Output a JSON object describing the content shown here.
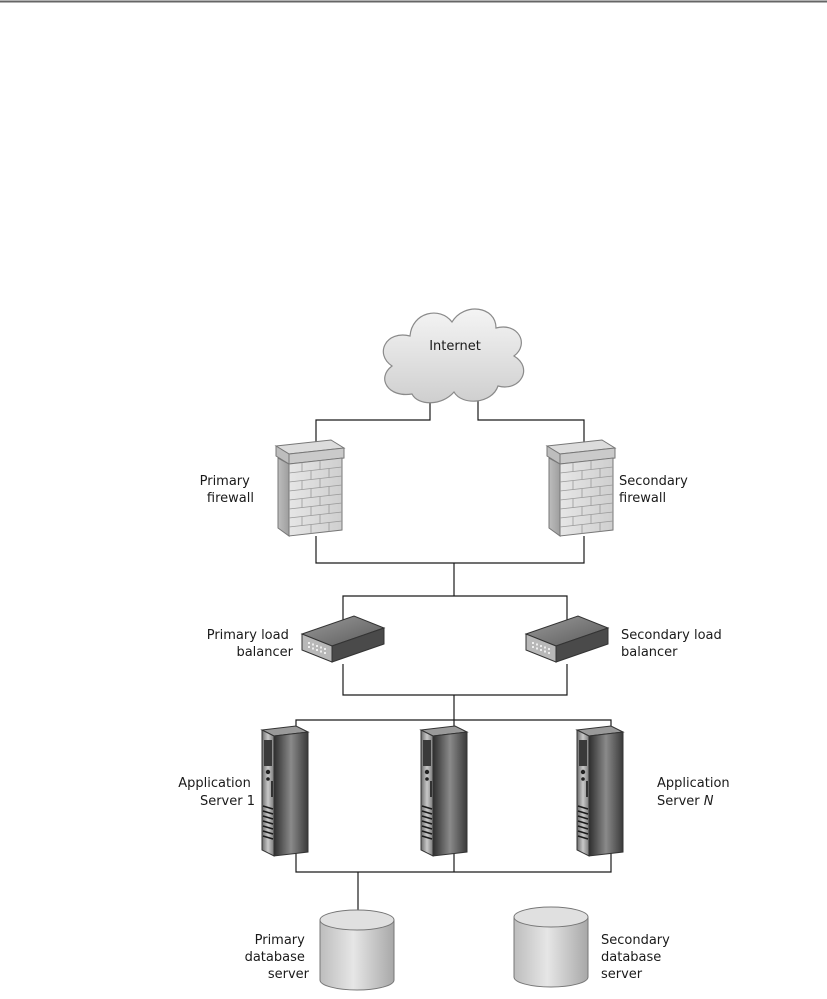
{
  "nodes": {
    "internet": "Internet",
    "primary_firewall": [
      "Primary",
      "firewall"
    ],
    "secondary_firewall": [
      "Secondary",
      "firewall"
    ],
    "primary_lb": [
      "Primary load",
      "balancer"
    ],
    "secondary_lb": [
      "Secondary load",
      "balancer"
    ],
    "app_server_1": [
      "Application",
      "Server 1"
    ],
    "app_server_n_line1": "Application",
    "app_server_n_prefix": "Server ",
    "app_server_n_var": "N",
    "primary_db": [
      "Primary",
      "database",
      "server"
    ],
    "secondary_db": [
      "Secondary",
      "database",
      "server"
    ]
  }
}
